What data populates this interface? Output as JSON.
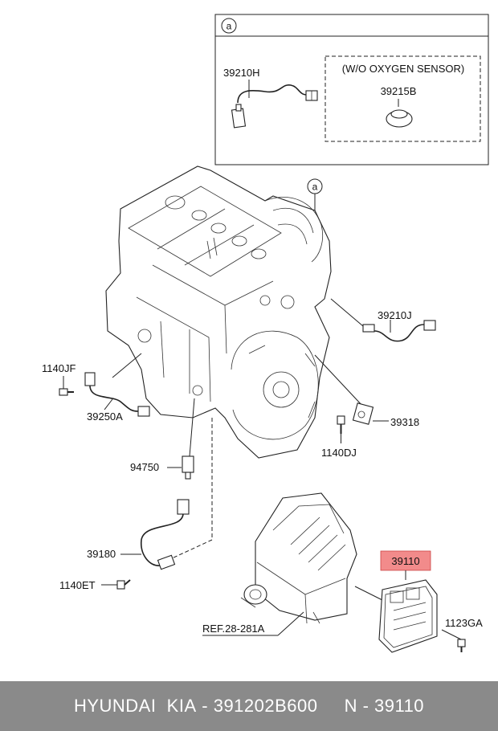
{
  "detail_box": {
    "marker": "a",
    "sensor_part": "39210H",
    "subgroup_title": "(W/O OXYGEN SENSOR)",
    "subgroup_part": "39215B"
  },
  "engine": {
    "marker": "a"
  },
  "callouts": {
    "rear_o2_sensor": "39210J",
    "bolt_1140jf": "1140JF",
    "cam_sensor": "39250A",
    "knock_sensor": "94750",
    "crank_sensor": "39180",
    "bolt_1140et": "1140ET",
    "ecm_part": "39110",
    "bolt_1123ga": "1123GA",
    "cmp_sensor": "39318",
    "bolt_1140dj": "1140DJ",
    "reference": "REF.28-281A"
  },
  "colors": {
    "highlight": "#f28b8b",
    "footer_bg": "#8a8a8a",
    "footer_text": "#ffffff"
  },
  "footer": {
    "brand": "HYUNDAI  KIA",
    "part_number": "391202B600",
    "ref_number": "N - 39110"
  }
}
